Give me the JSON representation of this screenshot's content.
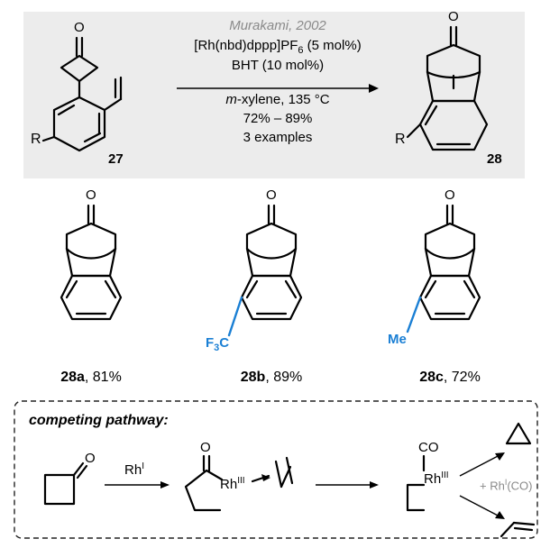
{
  "colors": {
    "panel_background": "#ececec",
    "substituent_blue": "#1a7fd4",
    "muted_text": "#8a8a8a"
  },
  "reaction": {
    "reference": "Murakami, 2002",
    "catalyst_prefix": "[Rh(nbd)dppp]PF",
    "catalyst_sub": "6",
    "catalyst_suffix": " (5 mol%)",
    "additive": "BHT (10 mol%)",
    "solvent_italic": "m",
    "solvent_rest": "-xylene, 135 °C",
    "yield_range": "72% – 89%",
    "examples": "3 examples",
    "substrate_label": "27",
    "product_label": "28",
    "substituent": "R"
  },
  "products": [
    {
      "label": "28a",
      "yield": ", 81%",
      "substituent": ""
    },
    {
      "label": "28b",
      "yield": ", 89%",
      "substituent_main": "F",
      "substituent_sub": "3",
      "substituent_tail": "C"
    },
    {
      "label": "28c",
      "yield": ", 72%",
      "substituent": "Me"
    }
  ],
  "pathway": {
    "title": "competing pathway:",
    "reagent_main": "Rh",
    "reagent_sup": "I",
    "metal_main": "Rh",
    "metal_sup": "III",
    "co_label": "CO",
    "byproduct_prefix": "+ Rh",
    "byproduct_sup": "I",
    "byproduct_suffix": "(CO)",
    "oxygen": "O"
  }
}
